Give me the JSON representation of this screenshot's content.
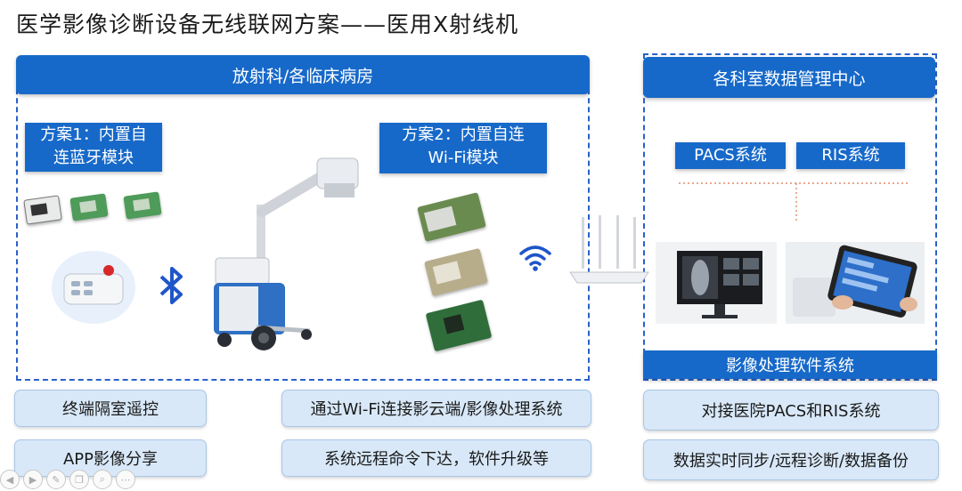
{
  "title": "医学影像诊断设备无线联网方案——医用X射线机",
  "left_panel": {
    "header": "放射科/各临床病房",
    "scheme1_line1": "方案1：内置自",
    "scheme1_line2": "连蓝牙模块",
    "scheme2_line1": "方案2：内置自连",
    "scheme2_line2": "Wi-Fi模块"
  },
  "right_panel": {
    "header": "各科室数据管理中心",
    "pacs": "PACS系统",
    "ris": "RIS系统",
    "software": "影像处理软件系统"
  },
  "features": {
    "f1": "终端隔室遥控",
    "f2": "APP影像分享",
    "f3": "通过Wi-Fi连接影云端/影像处理系统",
    "f4": "系统远程命令下达，软件升级等",
    "f5": "对接医院PACS和RIS系统",
    "f6": "数据实时同步/远程诊断/数据备份"
  },
  "icons": [
    "bluetooth-icon",
    "wifi-icon",
    "router-icon",
    "monitor-icon",
    "tablet-icon",
    "x-ray-machine-icon",
    "remote-control-icon"
  ],
  "colors": {
    "accent": "#1769c9",
    "pill_bg": "#d8e8f8",
    "frame": "#2a62c8"
  }
}
